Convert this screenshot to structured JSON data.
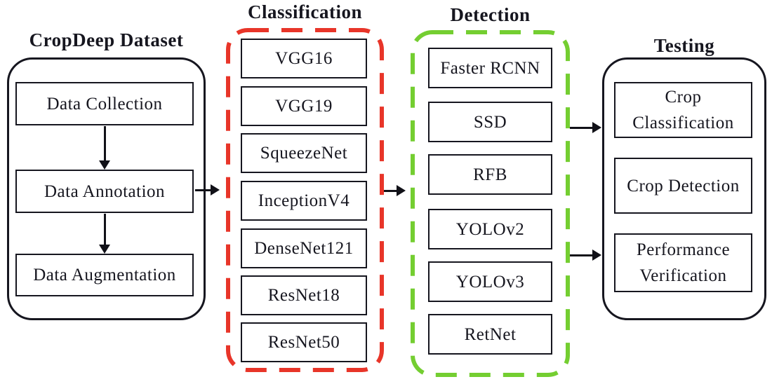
{
  "dataset": {
    "title": "CropDeep Dataset",
    "items": [
      "Data Collection",
      "Data Annotation",
      "Data Augmentation"
    ]
  },
  "classification": {
    "title": "Classification",
    "frame_color": "#e83529",
    "items": [
      "VGG16",
      "VGG19",
      "SqueezeNet",
      "InceptionV4",
      "DenseNet121",
      "ResNet18",
      "ResNet50"
    ]
  },
  "detection": {
    "title": "Detection",
    "frame_color": "#74ce31",
    "items": [
      "Faster RCNN",
      "SSD",
      "RFB",
      "YOLOv2",
      "YOLOv3",
      "RetNet"
    ]
  },
  "testing": {
    "title": "Testing",
    "items": [
      "Crop Classification",
      "Crop Detection",
      "Performance Verification"
    ]
  },
  "connections": [
    "Data Collection → Data Annotation",
    "Data Annotation → Data Augmentation",
    "Data Annotation → Classification",
    "Classification → Detection",
    "Detection → Crop Classification",
    "Detection → Performance Verification"
  ],
  "colors": {
    "ink": "#16161f",
    "classification_frame": "#e83529",
    "detection_frame": "#74ce31",
    "background": "#ffffff"
  }
}
